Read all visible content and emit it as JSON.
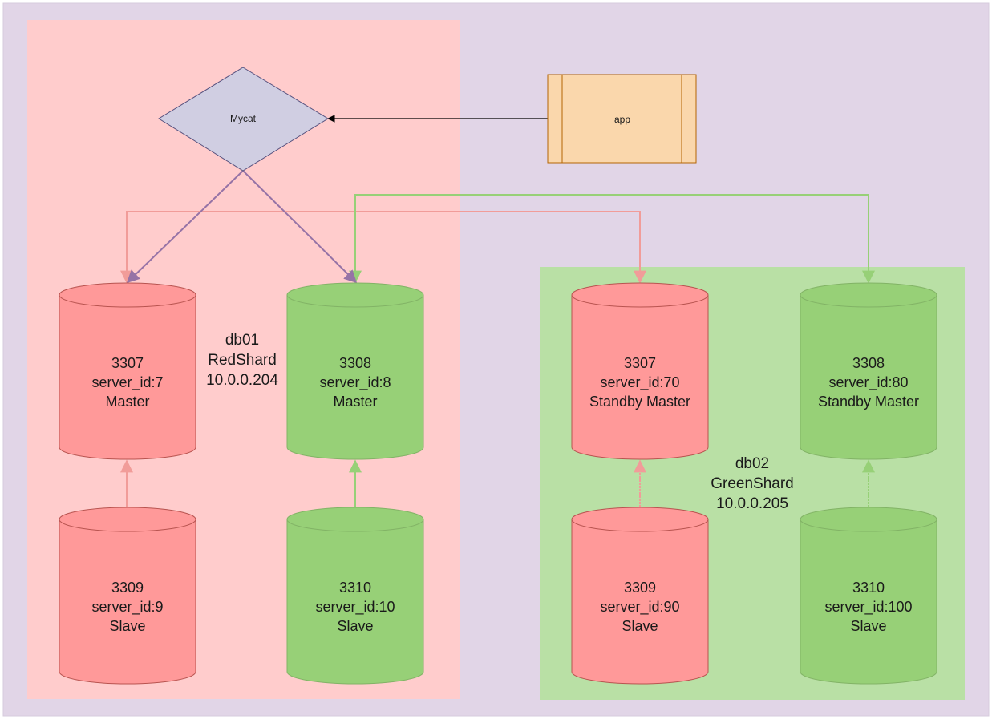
{
  "colors": {
    "background": "#e1d5e7",
    "red_zone": "#ffcccc",
    "green_zone": "#b9e0a5",
    "red_db_fill": "#ff9999",
    "red_db_stroke": "#b85450",
    "green_db_fill": "#97d077",
    "green_db_stroke": "#82b366",
    "mycat_fill": "#d0cee2",
    "mycat_stroke": "#56517e",
    "app_fill": "#fad7ac",
    "app_stroke": "#b46504",
    "red_line": "#f19c99",
    "green_line": "#97d077",
    "purple_line": "#9673a6"
  },
  "mycat": {
    "label": "Mycat"
  },
  "app": {
    "label": "app"
  },
  "shard1": {
    "line1": "db01",
    "line2": "RedShard",
    "line3": "10.0.0.204"
  },
  "shard2": {
    "line1": "db02",
    "line2": "GreenShard",
    "line3": "10.0.0.205"
  },
  "databases": {
    "db01_3307": {
      "port": "3307",
      "server_id": "server_id:7",
      "role": "Master"
    },
    "db01_3308": {
      "port": "3308",
      "server_id": "server_id:8",
      "role": "Master"
    },
    "db01_3309": {
      "port": "3309",
      "server_id": "server_id:9",
      "role": "Slave"
    },
    "db01_3310": {
      "port": "3310",
      "server_id": "server_id:10",
      "role": "Slave"
    },
    "db02_3307": {
      "port": "3307",
      "server_id": "server_id:70",
      "role": "Standby Master"
    },
    "db02_3308": {
      "port": "3308",
      "server_id": "server_id:80",
      "role": "Standby Master"
    },
    "db02_3309": {
      "port": "3309",
      "server_id": "server_id:90",
      "role": "Slave"
    },
    "db02_3310": {
      "port": "3310",
      "server_id": "server_id:100",
      "role": "Slave"
    }
  }
}
